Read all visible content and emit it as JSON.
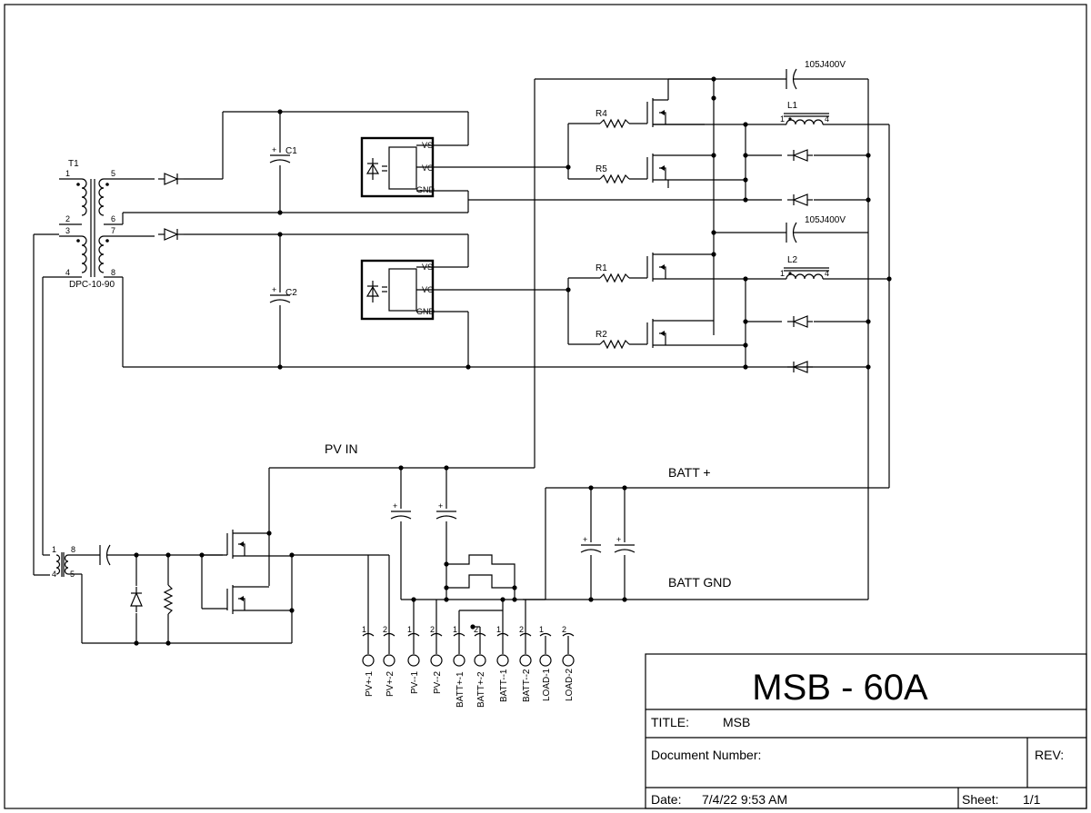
{
  "title_block": {
    "project": "MSB - 60A",
    "title_label": "TITLE:",
    "title_value": "MSB",
    "doc_label": "Document Number:",
    "rev_label": "REV:",
    "date_label": "Date:",
    "date_value": "7/4/22 9:53 AM",
    "sheet_label": "Sheet:",
    "sheet_value": "1/1"
  },
  "nets": {
    "pv_in": "PV IN",
    "batt_plus": "BATT +",
    "batt_gnd": "BATT GND"
  },
  "components": {
    "transformer_ref": "T1",
    "transformer_part": "DPC-10-90",
    "t_pins": [
      "1",
      "2",
      "3",
      "4",
      "5",
      "6",
      "7",
      "8"
    ],
    "c1": "C1",
    "c2": "C2",
    "cap_top": "105J400V",
    "cap_mid": "105J400V",
    "l1": "L1",
    "l2": "L2",
    "r1": "R1",
    "r2": "R2",
    "r4": "R4",
    "r5": "R5",
    "opto_vs": "VS",
    "opto_vo": "VO",
    "opto_gnd": "GND",
    "coil_pin_1": "1",
    "coil_pin_4": "4",
    "small_t_pins": [
      "1",
      "8",
      "4",
      "5"
    ]
  },
  "connectors": [
    {
      "label": "PV+-1",
      "pin": "1"
    },
    {
      "label": "PV+-2",
      "pin": "2"
    },
    {
      "label": "PV--1",
      "pin": "1"
    },
    {
      "label": "PV--2",
      "pin": "2"
    },
    {
      "label": "BATT+-1",
      "pin": "1"
    },
    {
      "label": "BATT+-2",
      "pin": "2"
    },
    {
      "label": "BATT--1",
      "pin": "1"
    },
    {
      "label": "BATT--2",
      "pin": "2"
    },
    {
      "label": "LOAD-1",
      "pin": "1"
    },
    {
      "label": "LOAD-2",
      "pin": "2"
    }
  ]
}
